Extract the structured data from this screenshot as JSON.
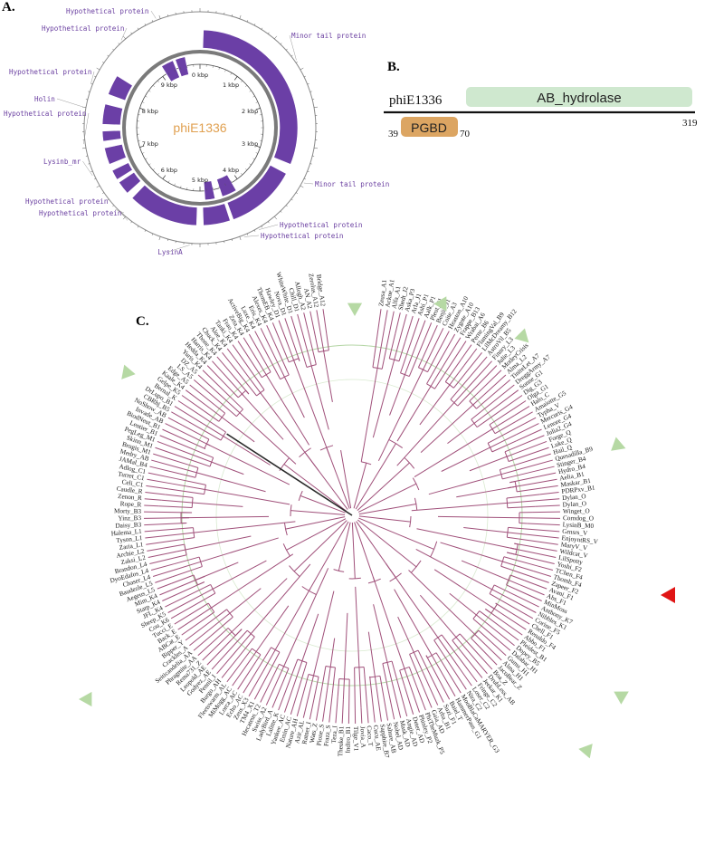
{
  "panel_a": {
    "label": "A.",
    "genome_name": "phiE1336",
    "scale_ticks": [
      "0 kbp",
      "1 kbp",
      "2 kbp",
      "3 kbp",
      "4 kbp",
      "5 kbp",
      "6 kbp",
      "7 kbp",
      "8 kbp",
      "9 kbp"
    ],
    "features": [
      "Minor tail protein",
      "Minor tail protein",
      "Hypothetical protein",
      "Hypothetical protein",
      "LysinA",
      "Hypothetical protein",
      "Hypothetical protein",
      "Lysinb_mr",
      "Hypothetical protein",
      "Holin",
      "Hypothetical protein",
      "Hypothetical protein",
      "Hypothetical protein"
    ],
    "colors": {
      "gene": "#6b3fa6",
      "genome_label": "#e0a050",
      "ring": "#7a7a7a"
    }
  },
  "panel_b": {
    "label": "B.",
    "protein": "phiE1336",
    "domain_major": "AB_hydrolase",
    "domain_minor": "PGBD",
    "pos_start": "39",
    "pos_pgbd_end": "70",
    "pos_length": "319",
    "colors": {
      "major": "#cfe8cf",
      "minor": "#dca562"
    }
  },
  "panel_c": {
    "label": "C.",
    "leaves": [
      "Zeusa_A1",
      "Ackne_A1",
      "Alfa_A1",
      "Shedt_J2",
      "Aska_P3",
      "Arla_J1",
      "Ashi_P1",
      "Aalk_P1",
      "Pleut_P1",
      "Benjis_J1",
      "Coite_A3",
      "Heaston_A10",
      "Zygote_A10",
      "Frappe_B13",
      "Wrabai_A6",
      "Perne_B6",
      "FlamingVal_B9",
      "LilMcDreamy_B12",
      "AstroVil_B5",
      "Finnry_L3",
      "Julie_L3",
      "MotleyCrisis",
      "Alma_L2",
      "TiniteLet_A7",
      "DreggArmy_A7",
      "Sonne_G1",
      "Dig_G3",
      "Olga_G1",
      "Halo_C",
      "Amaiotte_G5",
      "Typha_V",
      "Mercuris_G4",
      "Lenore_G4",
      "Julia2_G4",
      "Forge_Q",
      "Luke_Q",
      "Hail_Q",
      "Quesadilla_B9",
      "Stinger_B4",
      "Hydro_B4",
      "Aelia_B1",
      "Maskar_B1",
      "PDRPxv_B1",
      "Dylan_O",
      "Dylan_O",
      "Winget_O",
      "Corndog_O",
      "LysinB_M0",
      "Grnsrs_V",
      "EnjoyntRS_V",
      "MaryV_V",
      "Wildcat_V",
      "LilSpotty",
      "Yoshi_F2",
      "TChen_F4",
      "Tbomb_F4",
      "Zapeer_F2",
      "Avani_F1",
      "Abs_F1",
      "MinMoss",
      "Anthony_K7",
      "Nibbles_K1",
      "Corine_F5",
      "Chell_F1",
      "Renaldo_F4",
      "Abbo_F1",
      "Pleidest_B1",
      "Dopey_B5",
      "Dalabar_H1",
      "Gums_H1",
      "Alma_H1",
      "JacoBear_Z",
      "Boa_Z",
      "DrubLess_AB",
      "Jeekar_K1",
      "Fringe_C2",
      "Loser_C2",
      "Nira_C2",
      "MooBlaCaMARYER_G3",
      "HammerPaus_G1",
      "Baiel_T",
      "Suzi_F1",
      "Arba_B1",
      "Gaia_AD",
      "PhiTheMuzk_P5",
      "Phinley_P2",
      "Deter_AD",
      "Angie_AD",
      "Mask_AD",
      "Nobel_AD",
      "Sahure_AB",
      "Sapphire_B7",
      "Cucu_AE",
      "Caco_T",
      "Jovia_A",
      "Tilge_V1",
      "Indiro_B1",
      "Theuke_B1",
      "Teza_I",
      "Frazz_S",
      "Pione_S",
      "Wats_Z",
      "Ratner_I",
      "Azir_AL",
      "Nature_AH",
      "Emin_AC",
      "Yankee_AC",
      "Lalitte_K",
      "LadyBird_A",
      "Swiss_A2",
      "Hecateus_T2",
      "TM4_X1",
      "Zeus_X3",
      "Echo_AC",
      "Lorca_AC",
      "MiMogg_AC",
      "Fleetswarm_AL",
      "Burgo_AH",
      "Pennil_I",
      "Godyez_AE",
      "Leopold_AE",
      "Rema731_Z",
      "Phragmite_AA",
      "Seiticandelia_AA",
      "Crackles_A",
      "Bipper_Y",
      "ABCat_E",
      "Back_E",
      "Tucci_E",
      "Cou_K6",
      "Sheep_K5",
      "JFL_K4",
      "Starp_K4",
      "Mim_K4",
      "Aegeus_L5",
      "Baudezle_L5",
      "Chaser_L4",
      "DyoEdafos_L4",
      "Brandon_L4",
      "Zaksi_L2",
      "Archie_L2",
      "Zaria_L1",
      "Tyson_L1",
      "Halema_L1",
      "Daisy_B3",
      "Yinz_B3",
      "Morty_B3",
      "Rope_R",
      "Zenon_R",
      "Caudle_R",
      "Celi_C1",
      "Turret_C1",
      "Adlog_C1",
      "JAMal_B4",
      "Medry_AB",
      "Brugis_M1",
      "Skinn_M1",
      "PegLeg_M1",
      "Lentier_B1",
      "BiodNeut_B1",
      "Invade_AB",
      "NoShow_AB",
      "CBRhj_B5",
      "DrLupo_B1",
      "Bernal_K",
      "Gelpe_K5",
      "Kaale_K4",
      "Edge_A5",
      "LS_A5",
      "DZ_A5",
      "Yuris_K4",
      "Hedda_K4",
      "Harris_K4",
      "Tbone_K4",
      "Chuck_K4",
      "Aloe_K4",
      "Tanki_K4",
      "Frao_K4",
      "Zeta_K4",
      "ActiveBig_K4",
      "Luxe_K4",
      "Eris_K4",
      "Alexes_K4",
      "ThomEB_K4",
      "Hawley_D1",
      "Nova_D1",
      "WhiteWhite_D1",
      "Chill_D1",
      "Allogh_A2",
      "AN_A2",
      "Zerolus_A12",
      "Bridge_A12"
    ],
    "colors": {
      "branch": "#a0507a",
      "trunk": "#2a2a2a",
      "guide": "#b5d6a6",
      "marker": "#b6d9a4",
      "target": "#e01515"
    }
  }
}
